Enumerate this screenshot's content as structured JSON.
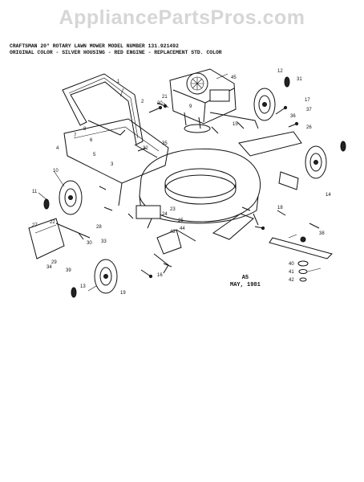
{
  "watermark": "AppliancePartsPros.com",
  "header": {
    "line1": "CRAFTSMAN 20\" ROTARY LAWN MOWER MODEL NUMBER 131.921492",
    "line2": "ORIGINAL COLOR - SILVER HOUSING - RED ENGINE - REPLACEMENT STD. COLOR"
  },
  "stamp": {
    "code": "A5",
    "date": "MAY, 1981"
  },
  "callouts": [
    "1",
    "2",
    "3",
    "4",
    "5",
    "6",
    "7",
    "8",
    "9",
    "10",
    "11",
    "12",
    "13",
    "14",
    "15",
    "16",
    "17",
    "18",
    "19",
    "20",
    "21",
    "22",
    "23",
    "24",
    "25",
    "26",
    "27",
    "28",
    "29",
    "30",
    "31",
    "32",
    "33",
    "34",
    "35",
    "36",
    "37",
    "38",
    "39",
    "40",
    "41",
    "42",
    "43",
    "44",
    "45"
  ]
}
